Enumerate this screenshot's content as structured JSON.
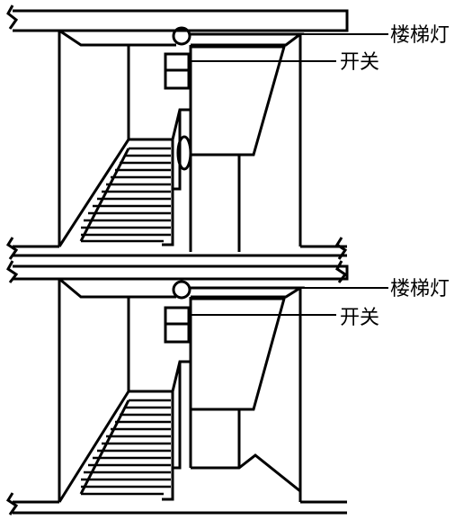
{
  "labels": {
    "upper_light": "楼梯灯",
    "upper_switch": "开关",
    "lower_light": "楼梯灯",
    "lower_switch": "开关"
  },
  "colors": {
    "line": "#000000",
    "background": "#ffffff"
  }
}
